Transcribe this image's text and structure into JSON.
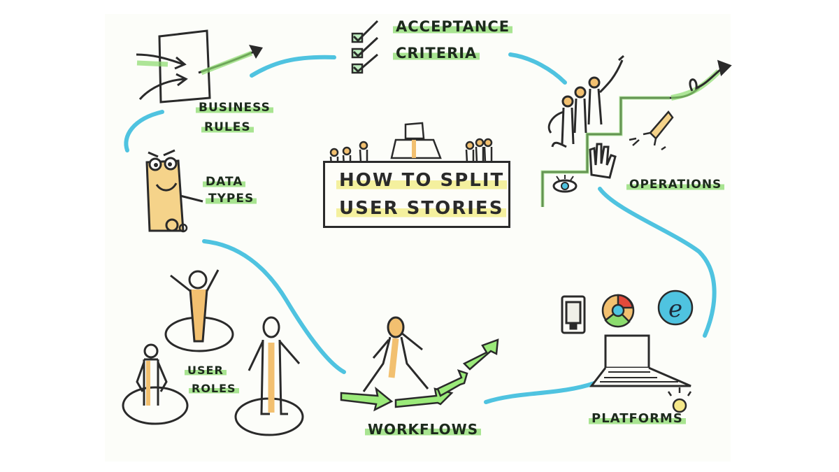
{
  "title": {
    "line1": "HOW TO SPLIT",
    "line2": "USER STORIES"
  },
  "topics": {
    "acceptance_criteria": {
      "line1": "ACCEPTANCE",
      "line2": "CRITERIA"
    },
    "business_rules": {
      "line1": "BUSINESS",
      "line2": "RULES"
    },
    "data_types": {
      "line1": "DATA",
      "line2": "TYPES"
    },
    "operations": {
      "label": "OPERATIONS"
    },
    "user_roles": {
      "line1": "USER",
      "line2": "ROLES"
    },
    "workflows": {
      "label": "WORKFLOWS"
    },
    "platforms": {
      "label": "PLATFORMS"
    }
  },
  "colors": {
    "ink": "#2a2a2a",
    "connector": "#4fc3e0",
    "highlight_green": "#8cdc6e",
    "highlight_yellow": "#f0eb78",
    "skin": "#f2c070"
  },
  "icons": [
    "checklist-icon",
    "door-arrows-icon",
    "data-robot-icon",
    "stairs-people-icon",
    "rocket-icon",
    "hand-icon",
    "eye-icon",
    "cheering-person-icon",
    "standing-person-icon",
    "walking-person-icon",
    "arrows-path-icon",
    "phone-icon",
    "browser-chrome-icon",
    "browser-ie-icon",
    "laptop-icon",
    "lightbulb-icon",
    "audience-icon"
  ]
}
